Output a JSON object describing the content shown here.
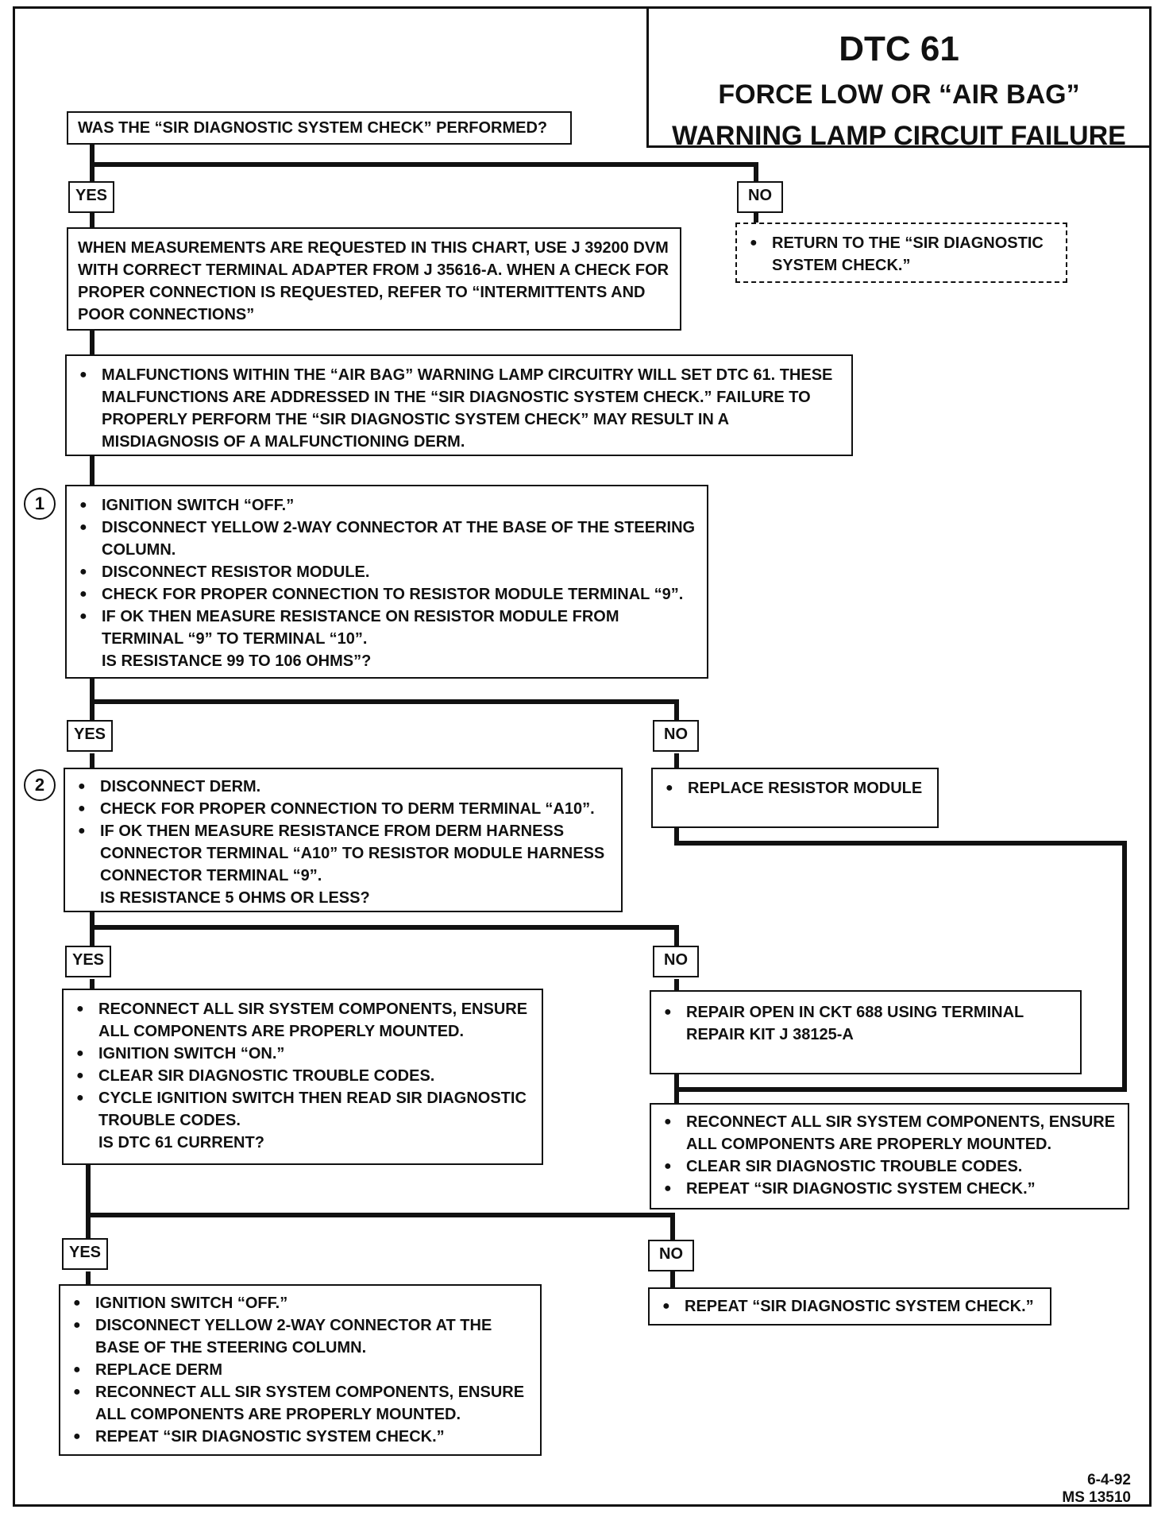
{
  "title": {
    "code": "DTC 61",
    "subtitle_line1": "FORCE LOW OR “AIR BAG”",
    "subtitle_line2": "WARNING LAMP CIRCUIT FAILURE"
  },
  "labels": {
    "yes": "YES",
    "no": "NO"
  },
  "step_numbers": {
    "one": "1",
    "two": "2"
  },
  "start_question": "WAS THE “SIR DIAGNOSTIC SYSTEM CHECK” PERFORMED?",
  "return_check": "RETURN TO THE “SIR DIAGNOSTIC SYSTEM CHECK.”",
  "measurement_note": "WHEN MEASUREMENTS ARE REQUESTED IN THIS CHART, USE J 39200 DVM WITH CORRECT TERMINAL ADAPTER FROM J 35616-A.  WHEN A CHECK FOR PROPER CONNECTION IS REQUESTED, REFER TO “INTERMITTENTS AND POOR CONNECTIONS”",
  "malfunction_note": "MALFUNCTIONS WITHIN THE “AIR BAG” WARNING LAMP CIRCUITRY WILL SET DTC 61. THESE MALFUNCTIONS ARE ADDRESSED IN THE “SIR DIAGNOSTIC SYSTEM CHECK.” FAILURE TO PROPERLY PERFORM THE “SIR DIAGNOSTIC SYSTEM CHECK” MAY RESULT IN A MISDIAGNOSIS OF A MALFUNCTIONING DERM.",
  "step1": {
    "items": [
      "IGNITION SWITCH “OFF.”",
      "DISCONNECT YELLOW 2-WAY CONNECTOR AT THE BASE OF THE STEERING COLUMN.",
      "DISCONNECT RESISTOR MODULE.",
      "CHECK FOR PROPER CONNECTION TO RESISTOR MODULE TERMINAL “9”.",
      "IF OK THEN MEASURE RESISTANCE ON RESISTOR MODULE FROM TERMINAL “9” TO TERMINAL “10”."
    ],
    "question": "IS RESISTANCE 99 TO 106 OHMS”?"
  },
  "replace_resistor": "REPLACE RESISTOR MODULE",
  "step2": {
    "items": [
      "DISCONNECT DERM.",
      "CHECK FOR PROPER CONNECTION TO DERM TERMINAL “A10”.",
      "IF OK THEN MEASURE RESISTANCE FROM DERM HARNESS CONNECTOR TERMINAL “A10” TO RESISTOR MODULE HARNESS CONNECTOR TERMINAL “9”."
    ],
    "question": "IS RESISTANCE 5 OHMS OR LESS?"
  },
  "step3": {
    "items": [
      "RECONNECT ALL SIR SYSTEM COMPONENTS, ENSURE ALL COMPONENTS ARE PROPERLY MOUNTED.",
      "IGNITION SWITCH “ON.”",
      "CLEAR SIR DIAGNOSTIC TROUBLE CODES.",
      "CYCLE IGNITION SWITCH THEN READ SIR DIAGNOSTIC TROUBLE CODES."
    ],
    "question": "IS DTC 61 CURRENT?"
  },
  "repair_open": "REPAIR OPEN IN CKT 688 USING TERMINAL REPAIR KIT J 38125-A",
  "reconnect_box": {
    "items": [
      "RECONNECT ALL SIR SYSTEM COMPONENTS, ENSURE ALL COMPONENTS ARE PROPERLY MOUNTED.",
      "CLEAR SIR DIAGNOSTIC TROUBLE CODES.",
      "REPEAT “SIR DIAGNOSTIC SYSTEM CHECK.”"
    ]
  },
  "final_yes": {
    "items": [
      "IGNITION SWITCH “OFF.”",
      "DISCONNECT YELLOW 2-WAY CONNECTOR AT THE BASE OF THE STEERING COLUMN.",
      "REPLACE DERM",
      "RECONNECT ALL SIR SYSTEM COMPONENTS, ENSURE ALL COMPONENTS ARE PROPERLY MOUNTED.",
      "REPEAT “SIR DIAGNOSTIC SYSTEM CHECK.”"
    ]
  },
  "final_no": "REPEAT “SIR DIAGNOSTIC SYSTEM CHECK.”",
  "footer": {
    "date": "6-4-92",
    "ref": "MS 13510"
  }
}
